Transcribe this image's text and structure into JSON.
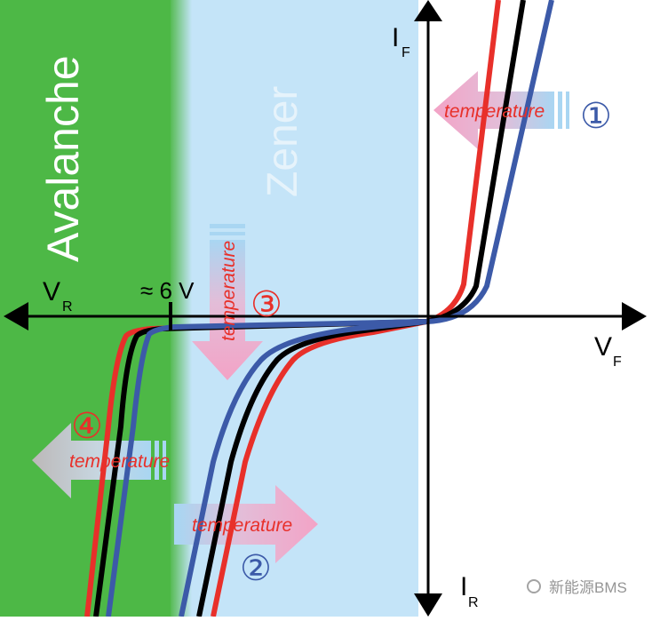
{
  "regions": {
    "avalanche_label": "Avalanche",
    "zener_label": "Zener"
  },
  "axes": {
    "if_main": "I",
    "if_sub": "F",
    "vf_main": "V",
    "vf_sub": "F",
    "vr_main": "V",
    "vr_sub": "R",
    "ir_main": "I",
    "ir_sub": "R"
  },
  "threshold_label": "≈ 6 V",
  "annotations": [
    {
      "number": "①",
      "text": "temperature",
      "direction": "left"
    },
    {
      "number": "②",
      "text": "temperature",
      "direction": "right"
    },
    {
      "number": "③",
      "text": "temperature",
      "direction": "down"
    },
    {
      "number": "④",
      "text": "temperature",
      "direction": "left"
    }
  ],
  "watermark": "新能源BMS",
  "colors": {
    "avalanche_green": "#4db846",
    "zener_blue": "#c4e4f8",
    "curve_red": "#e8302a",
    "curve_black": "#000000",
    "curve_blue": "#3c5aa8",
    "label_red": "#e8302a",
    "label_blue": "#3c5aa8",
    "arrow_pink": "#f3a3c6",
    "arrow_gray": "#bcb8b8"
  }
}
